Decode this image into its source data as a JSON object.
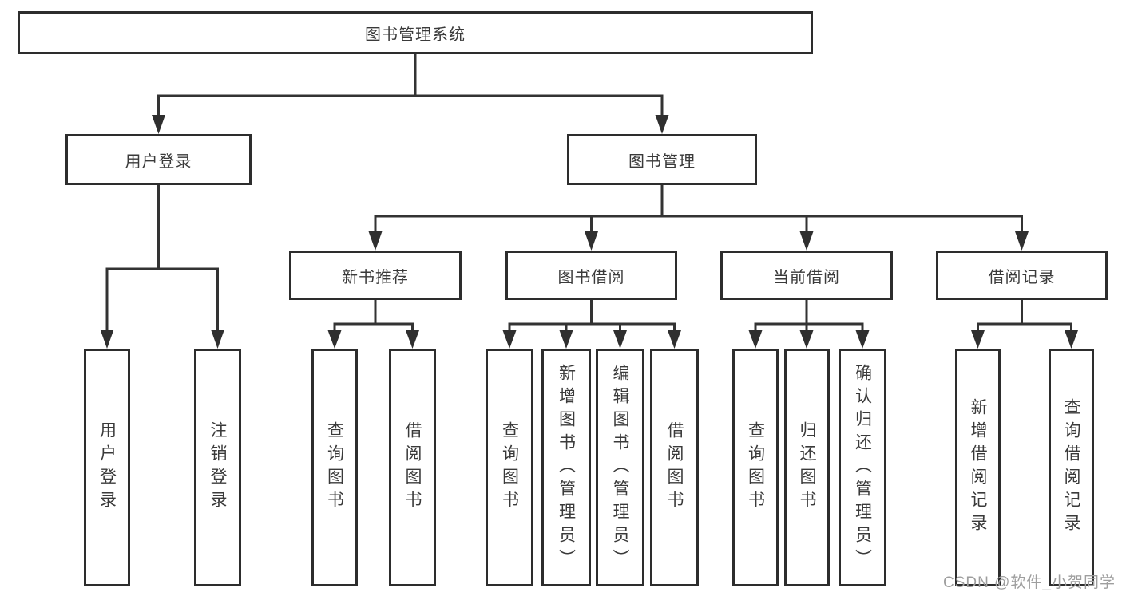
{
  "diagram": {
    "type": "hierarchy-tree",
    "nodes": {
      "root": "图书管理系统",
      "user_login": "用户登录",
      "book_mgmt": "图书管理",
      "new_book_rec": "新书推荐",
      "book_borrow": "图书借阅",
      "current_borrow": "当前借阅",
      "borrow_record": "借阅记录",
      "leaf_user_login": "用户登录",
      "leaf_logout": "注销登录",
      "leaf_nb_query": "查询图书",
      "leaf_nb_borrow": "借阅图书",
      "leaf_bb_query": "查询图书",
      "leaf_bb_add": "新增图书（管理员）",
      "leaf_bb_edit": "编辑图书（管理员）",
      "leaf_bb_borrow": "借阅图书",
      "leaf_cb_query": "查询图书",
      "leaf_cb_return": "归还图书",
      "leaf_cb_confirm": "确认归还（管理员）",
      "leaf_br_add": "新增借阅记录",
      "leaf_br_query": "查询借阅记录"
    },
    "edges": [
      [
        "图书管理系统",
        "用户登录"
      ],
      [
        "图书管理系统",
        "图书管理"
      ],
      [
        "用户登录",
        "用户登录"
      ],
      [
        "用户登录",
        "注销登录"
      ],
      [
        "图书管理",
        "新书推荐"
      ],
      [
        "图书管理",
        "图书借阅"
      ],
      [
        "图书管理",
        "当前借阅"
      ],
      [
        "图书管理",
        "借阅记录"
      ],
      [
        "新书推荐",
        "查询图书"
      ],
      [
        "新书推荐",
        "借阅图书"
      ],
      [
        "图书借阅",
        "查询图书"
      ],
      [
        "图书借阅",
        "新增图书（管理员）"
      ],
      [
        "图书借阅",
        "编辑图书（管理员）"
      ],
      [
        "图书借阅",
        "借阅图书"
      ],
      [
        "当前借阅",
        "查询图书"
      ],
      [
        "当前借阅",
        "归还图书"
      ],
      [
        "当前借阅",
        "确认归还（管理员）"
      ],
      [
        "借阅记录",
        "新增借阅记录"
      ],
      [
        "借阅记录",
        "查询借阅记录"
      ]
    ],
    "watermark": "CSDN @软件_小贺同学",
    "colors": {
      "background": "#ffffff",
      "box_fill": "#ffffff",
      "box_border": "#2d2d2d",
      "line": "#333333",
      "text": "#3a3a3a",
      "watermark": "#9e9e9e"
    }
  }
}
